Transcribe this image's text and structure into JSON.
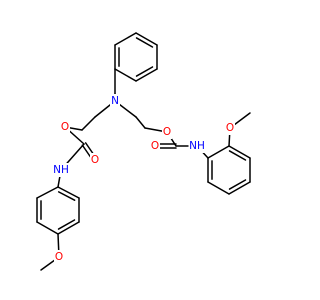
{
  "colors": {
    "bond": "#000000",
    "N": "#0000ff",
    "O": "#ff0000",
    "C": "#000000"
  },
  "atoms": {
    "n_amine": {
      "element": "N",
      "label": "N"
    },
    "o_ester_l": {
      "element": "O",
      "label": "O"
    },
    "o_ester_r": {
      "element": "O",
      "label": "O"
    },
    "n_amide_l": {
      "element": "N",
      "label": "NH"
    },
    "n_amide_r": {
      "element": "N",
      "label": "NH"
    },
    "o_keto_l": {
      "element": "O",
      "label": "O"
    },
    "o_keto_r": {
      "element": "O",
      "label": "O"
    },
    "o_meo_l": {
      "element": "O",
      "label": "O"
    },
    "o_meo_r": {
      "element": "O",
      "label": "O"
    }
  }
}
